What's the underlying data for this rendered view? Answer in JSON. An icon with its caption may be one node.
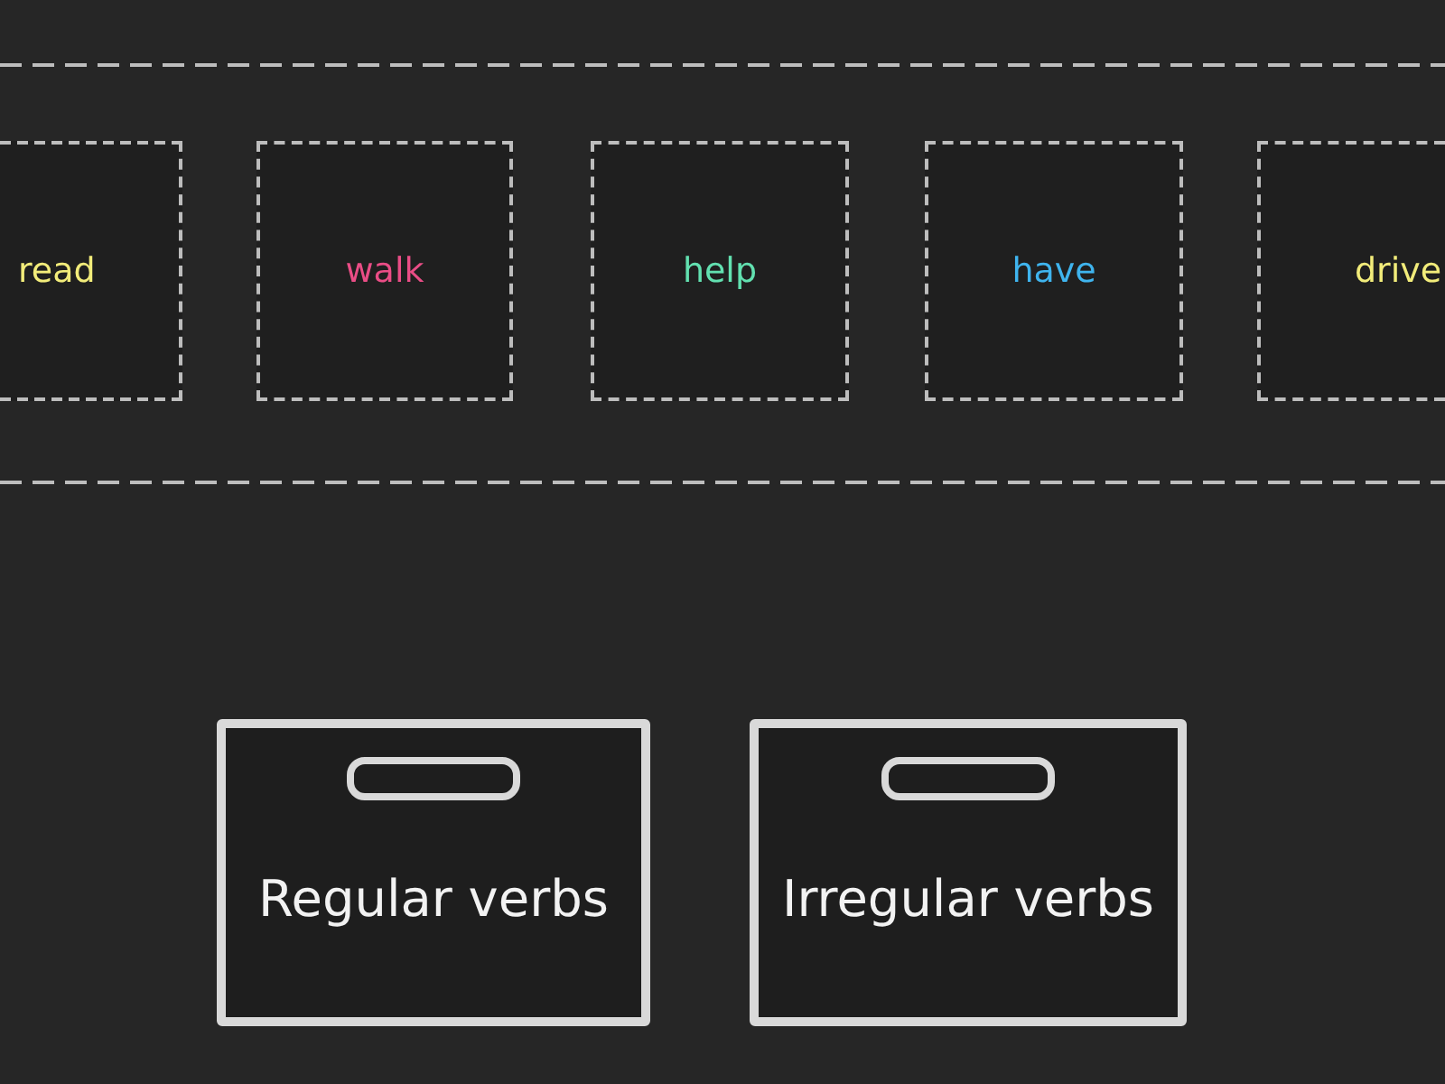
{
  "diagram": {
    "nodes": [
      {
        "text": [
          "read"
        ]
      },
      {
        "text": [
          "walk"
        ]
      },
      {
        "text": [
          "help"
        ]
      },
      {
        "text": [
          "have"
        ]
      },
      {
        "text": [
          "drive"
        ]
      },
      {
        "text": [
          "Regular verbs"
        ]
      },
      {
        "text": [
          "Irregular verbs"
        ]
      }
    ]
  }
}
